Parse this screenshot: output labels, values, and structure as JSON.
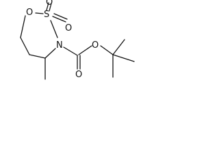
{
  "structure": {
    "atoms": {
      "ring_oxygen": "O",
      "sulfur": "S",
      "sulfonyl_oxygen_top": "O",
      "sulfonyl_oxygen_right": "O",
      "ring_nitrogen": "N",
      "ester_oxygen": "O",
      "carbonyl_oxygen": "O"
    },
    "colors": {
      "ink": "#111111",
      "background": "#ffffff"
    }
  }
}
